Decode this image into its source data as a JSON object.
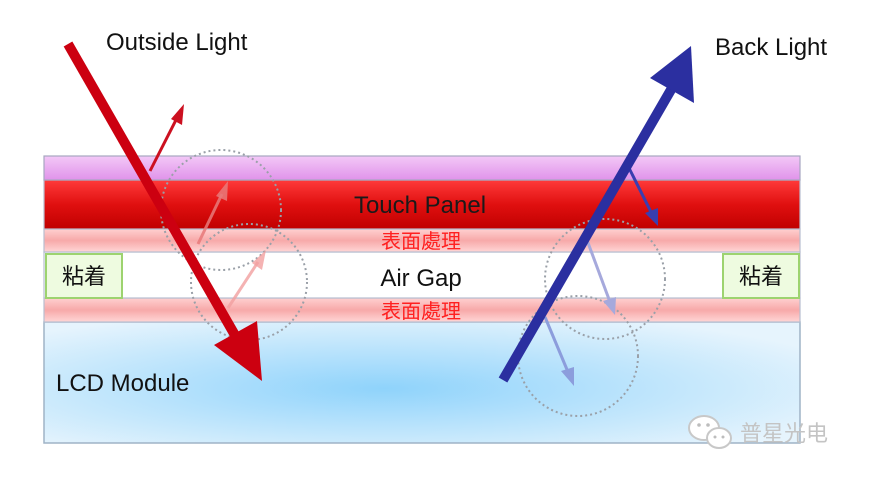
{
  "labels": {
    "outside_light": "Outside Light",
    "back_light": "Back Light",
    "touch_panel": "Touch Panel",
    "surface_top": "表面處理",
    "air_gap": "Air Gap",
    "surface_bottom": "表面處理",
    "adhesive_left": "粘着",
    "adhesive_right": "粘着",
    "lcd_module": "LCD Module"
  },
  "watermark": {
    "text": "普星光电",
    "icon": "wechat-icon"
  },
  "colors": {
    "top_film": "#e9a6f0",
    "touch_panel": "#e01010",
    "surface_layer": "#f7b5b5",
    "surface_text": "#ff2020",
    "adhesive_fill": "#eefbe0",
    "adhesive_border": "#9dd36f",
    "lcd_center": "#8fd3fb",
    "lcd_edge": "#e6f4fd",
    "outside_arrow": "#cc0010",
    "back_arrow": "#2b2fa0"
  }
}
